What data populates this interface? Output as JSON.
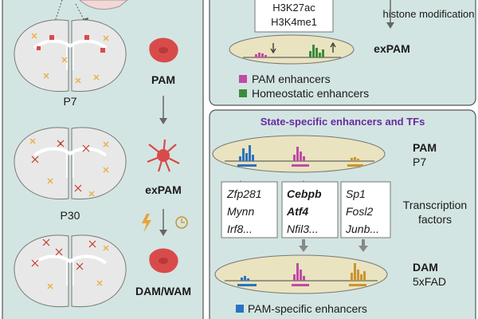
{
  "colors": {
    "panel_bg": "#d3e5e2",
    "ellipse_fill": "#e9e3bf",
    "blue": "#2a72c2",
    "magenta": "#c04aa8",
    "green": "#3a8c3c",
    "gold": "#c9952f",
    "pam_cell": "#d94b4b",
    "title_purple": "#6a2aa0"
  },
  "left": {
    "stage_p7": "P7",
    "stage_p30": "P30",
    "state_pam": "PAM",
    "state_expam": "exPAM",
    "state_damwam": "DAM/WAM"
  },
  "top_right": {
    "mark_1": "H3K27ac",
    "mark_2": "H3K4me1",
    "histone_label": "histone modification",
    "state_label": "exPAM",
    "legend_pam": "PAM enhancers",
    "legend_homeostatic": "Homeostatic enhancers"
  },
  "bottom_right": {
    "title": "State-specific enhancers and TFs",
    "pam_label": "PAM",
    "pam_sub": "P7",
    "dam_label": "DAM",
    "dam_sub": "5xFAD",
    "tf_label_1": "Transcription",
    "tf_label_2": "factors",
    "tf_box1": [
      "Zfp281",
      "Mynn",
      "Irf8..."
    ],
    "tf_box2": [
      "Cebpb",
      "Atf4",
      "Nfil3..."
    ],
    "tf_box3": [
      "Sp1",
      "Fosl2",
      "Junb..."
    ],
    "legend_pam_specific": "PAM-specific enhancers"
  }
}
